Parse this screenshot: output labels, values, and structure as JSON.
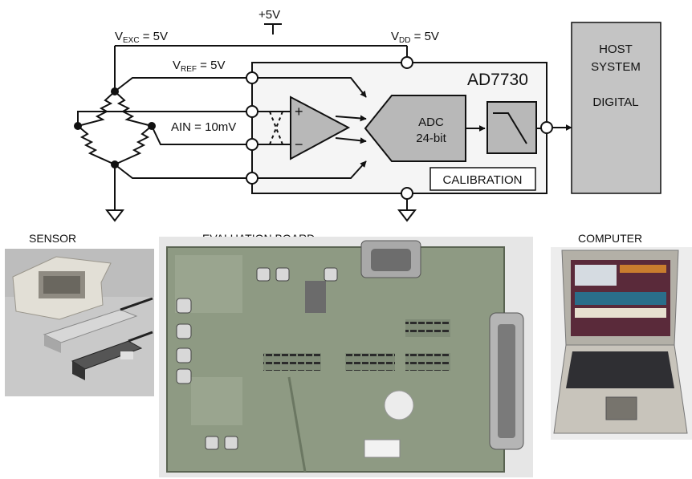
{
  "supply": {
    "vplus": "+5V",
    "vexc_main": "V",
    "vexc_sub": "EXC",
    "vexc_value": " = 5V",
    "vdd_main": "V",
    "vdd_sub": "DD",
    "vdd_value": " = 5V",
    "vref_main": "V",
    "vref_sub": "REF",
    "vref_value": " = 5V"
  },
  "signal": {
    "ain": "AIN = 10mV"
  },
  "chip": {
    "name": "AD7730",
    "adc_line1": "ADC",
    "adc_line2": "24-bit",
    "calibration": "CALIBRATION",
    "amp_plus": "+",
    "amp_minus": "−"
  },
  "host": {
    "line1": "HOST",
    "line2": "SYSTEM",
    "line3": "DIGITAL"
  },
  "photos": {
    "sensor": "SENSOR",
    "board": "EVALUATION BOARD",
    "computer": "COMPUTER"
  },
  "colors": {
    "chip_fill": "#f5f5f5",
    "block_gray": "#b8b8b8",
    "host_gray": "#c4c4c4",
    "board_green": "#8e9a83",
    "line": "#111111"
  }
}
